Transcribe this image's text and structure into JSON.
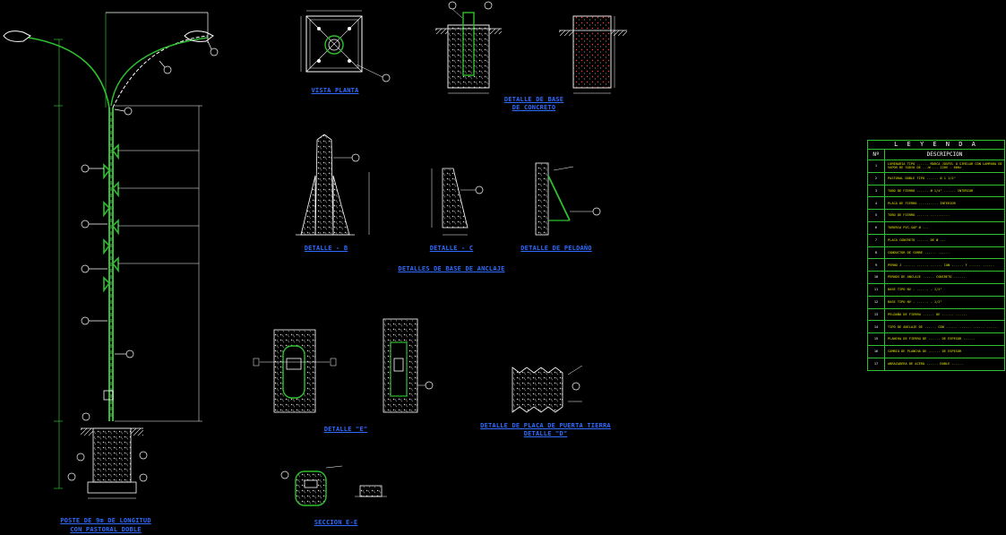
{
  "titles": {
    "vista_planta": "VISTA PLANTA",
    "detalle_base_1": "DETALLE DE BASE",
    "detalle_base_2": "DE CONCRETO",
    "detalle_b": "DETALLE - B",
    "detalle_c": "DETALLE - C",
    "detalle_peldano": "DETALLE DE PELDAÑO",
    "detalles_anclaje": "DETALLES DE BASE DE ANCLAJE",
    "detalle_e": "DETALLE \"E\"",
    "detalle_placa_1": "DETALLE DE PLACA DE PUERTA TIERRA",
    "detalle_placa_2": "DETALLE \"D\"",
    "seccion": "SECCION E-E",
    "poste_1": "POSTE DE 9m DE LONGITUD",
    "poste_2": "CON PASTORAL DOBLE"
  },
  "legend": {
    "title": "L E Y E N D A",
    "col_n": "Nº",
    "col_desc": "DESCRIPCION",
    "rows": [
      {
        "n": "1",
        "d": "LUMINARIA TIPO ...... MARCA JOSFEL O SIMILAR CON LAMPARA DE VAPOR DE SODIO DE ...W ... 220V - 60Hz"
      },
      {
        "n": "2",
        "d": "PASTORAL DOBLE TIPO ...... Ø 1 1/2\""
      },
      {
        "n": "3",
        "d": "TUBO DE FIERRO ...... Ø 1/4\" ...... INTERIOR"
      },
      {
        "n": "4",
        "d": "PLACA DE FIERRO .......... INTERIOR"
      },
      {
        "n": "5",
        "d": "TUBO DE FIERRO ...... .........."
      },
      {
        "n": "6",
        "d": "TUBERIA PVC-SAP Ø ..."
      },
      {
        "n": "7",
        "d": "PLACA CONCRETO ...... DE Ø ..."
      },
      {
        "n": "8",
        "d": "CONDUCTOR DE COBRE ...... ......"
      },
      {
        "n": "9",
        "d": "PERNO J ...... ...... ...... CON ...... Y ...... ......"
      },
      {
        "n": "10",
        "d": "PERNOS DE ANCLAJE ...... CONCRETO ......"
      },
      {
        "n": "11",
        "d": "BASE TIPO NV - ...... - 1/2\""
      },
      {
        "n": "12",
        "d": "BASE TIPO NV - ...... - 1/2\""
      },
      {
        "n": "13",
        "d": "PELDAÑO DE FIERRO ...... DE ...... ......"
      },
      {
        "n": "14",
        "d": "TIPO DE ANCLAJE DE ...... CON ...... ...... ...... ......"
      },
      {
        "n": "15",
        "d": "PLANCHA DE FIERRO DE ...... DE ESPESOR ......"
      },
      {
        "n": "16",
        "d": "CAMBIO DE PLANCHA DE ...... DE ESPESOR"
      },
      {
        "n": "17",
        "d": "ABRAZADERA DE ACERO ...... DOBLE ......"
      }
    ]
  },
  "colors": {
    "background": "#000000",
    "structure": "#2fbf2f",
    "dimension": "#ffffff",
    "text_title": "#2f6bff",
    "legend_text": "#e6e600",
    "concrete": "#d0d0d0",
    "hatch_red": "#ff3030",
    "callout": "#00ffff"
  },
  "icons": {
    "luminaire": "luminaire-icon",
    "callout": "callout-bubble-icon"
  }
}
